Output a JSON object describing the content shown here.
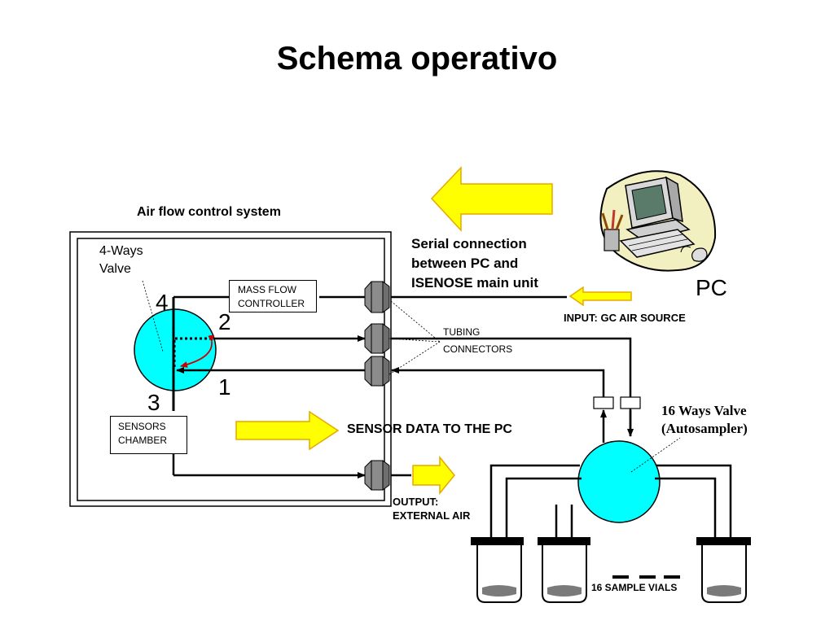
{
  "slide": {
    "title": "Schema operativo"
  },
  "labels": {
    "air_flow_system": "Air flow control system",
    "four_way_valve": [
      "4-Ways",
      "Valve"
    ],
    "mass_flow_controller": [
      "MASS FLOW",
      "CONTROLLER"
    ],
    "sensors_chamber": [
      "SENSORS",
      "CHAMBER"
    ],
    "port_4": "4",
    "port_2": "2",
    "port_1": "1",
    "port_3": "3",
    "serial_connection": [
      "Serial connection",
      "between PC and",
      "ISENOSE main unit"
    ],
    "pc": "PC",
    "input_source": "INPUT:  GC AIR SOURCE",
    "tubing_connectors": [
      "TUBING",
      "CONNECTORS"
    ],
    "sixteen_way_valve": [
      "16 Ways Valve",
      "(Autosampler)"
    ],
    "sensor_data": "SENSOR DATA TO THE PC",
    "output_air": [
      "OUTPUT:",
      "EXTERNAL AIR"
    ],
    "sample_vials": "16 SAMPLE  VIALS"
  },
  "colors": {
    "valve_fill": "#00ffff",
    "arrow_fill": "#ffff00",
    "arrow_stroke": "#e6a800",
    "connector_fill": "#8c8c8c",
    "red_arrow": "#cc0000"
  },
  "icons": {
    "pc": "computer-clipart-icon"
  }
}
